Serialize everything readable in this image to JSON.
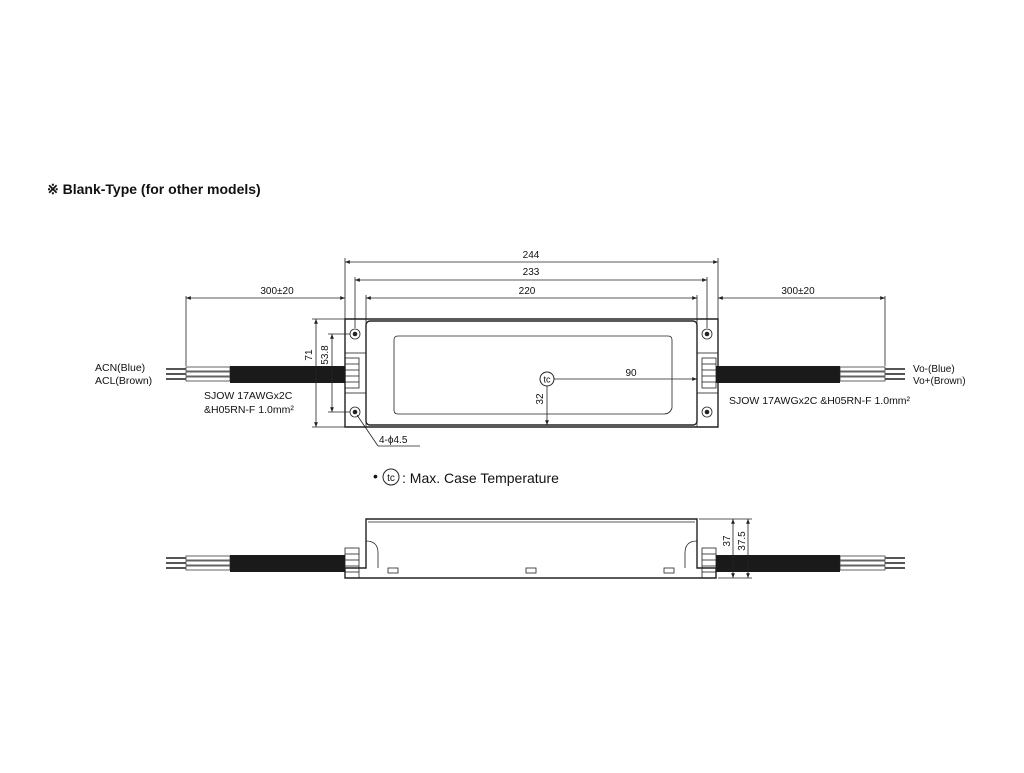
{
  "title": "※ Blank-Type (for other models)",
  "top_view": {
    "dim_overall": "244",
    "dim_holes": "233",
    "dim_body": "220",
    "dim_cable_left": "300±20",
    "dim_cable_right": "300±20",
    "dim_width": "71",
    "dim_hole_spacing": "53.8",
    "dim_tc_x": "90",
    "dim_tc_y": "32",
    "mount_holes": "4-ϕ4.5",
    "input_labels": [
      "ACN(Blue)",
      "ACL(Brown)"
    ],
    "input_cable": [
      "SJOW 17AWGx2C",
      "&H05RN-F 1.0mm²"
    ],
    "output_labels": [
      "Vo-(Blue)",
      "Vo+(Brown)"
    ],
    "output_cable": "SJOW 17AWGx2C &H05RN-F 1.0mm²",
    "tc_symbol": "tc"
  },
  "legend": {
    "bullet": "•",
    "symbol": "tc",
    "text": ": Max. Case Temperature"
  },
  "side_view": {
    "dim_height_body": "37",
    "dim_height_total": "37.5"
  }
}
